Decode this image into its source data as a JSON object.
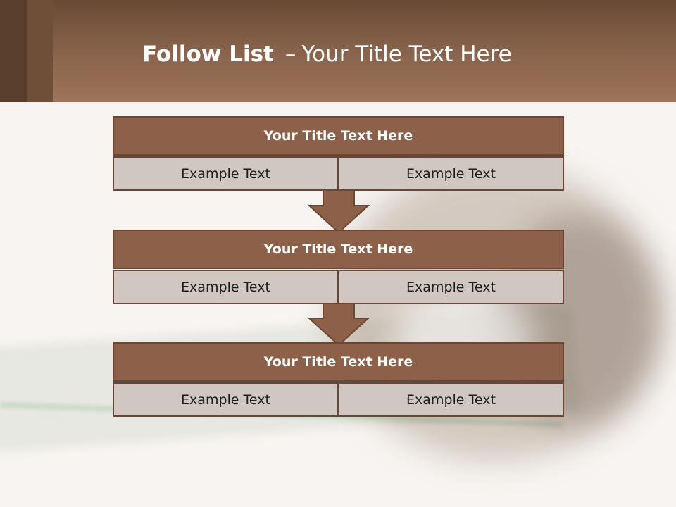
{
  "slide": {
    "title_bold": "Follow List",
    "title_separator": "–",
    "title_rest": "Your Title Text Here"
  },
  "steps": [
    {
      "title": "Your Title Text Here",
      "left": "Example Text",
      "right": "Example Text"
    },
    {
      "title": "Your Title Text Here",
      "left": "Example Text",
      "right": "Example Text"
    },
    {
      "title": "Your Title Text Here",
      "left": "Example Text",
      "right": "Example Text"
    }
  ],
  "colors": {
    "header": "#86614a",
    "box_title": "#8c6049",
    "box_cell": "#d0c6c2",
    "border": "#6b4634"
  }
}
